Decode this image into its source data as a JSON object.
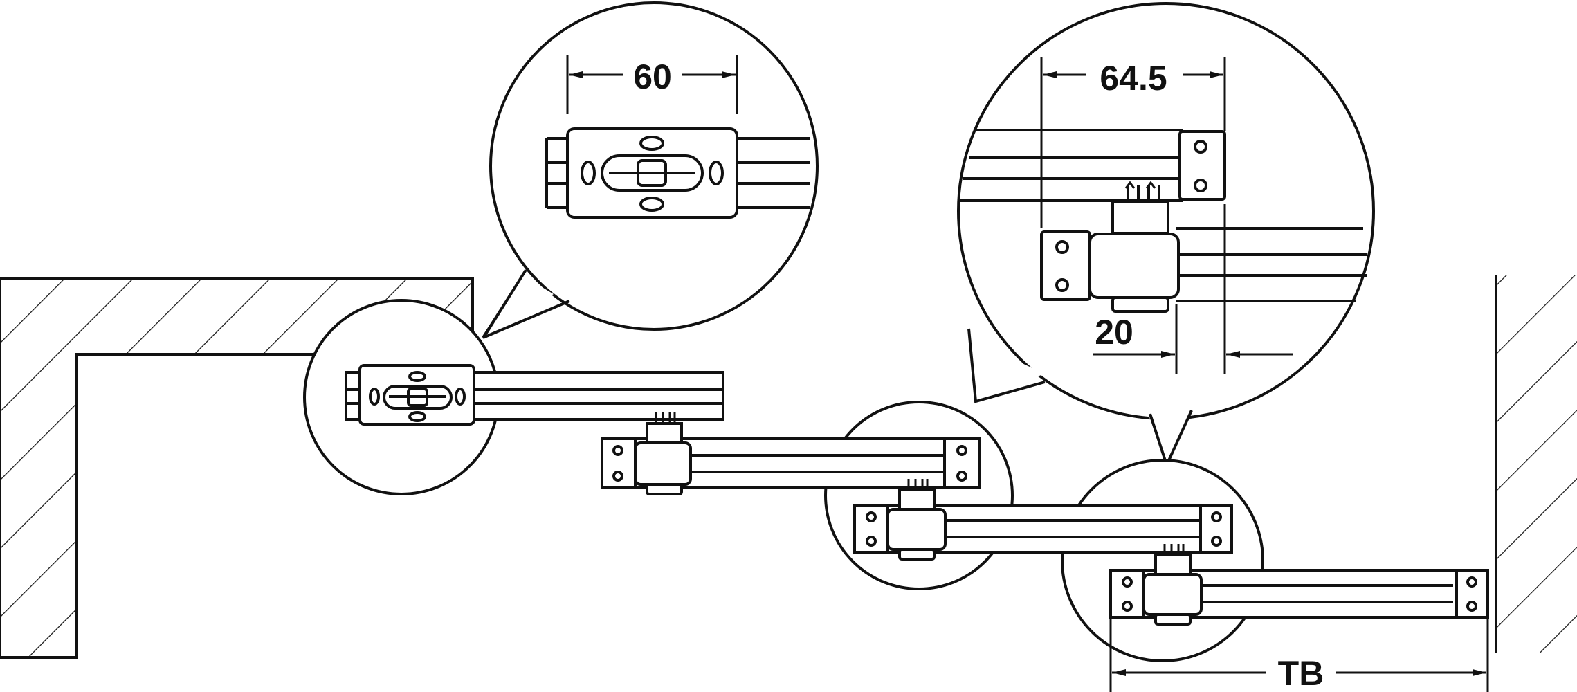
{
  "diagram": {
    "labels": {
      "top_callout_width": "60",
      "right_callout_width": "64.5",
      "right_callout_offset": "20",
      "total_width": "TB"
    }
  },
  "colors": {
    "line": "#111111",
    "background": "#ffffff"
  }
}
